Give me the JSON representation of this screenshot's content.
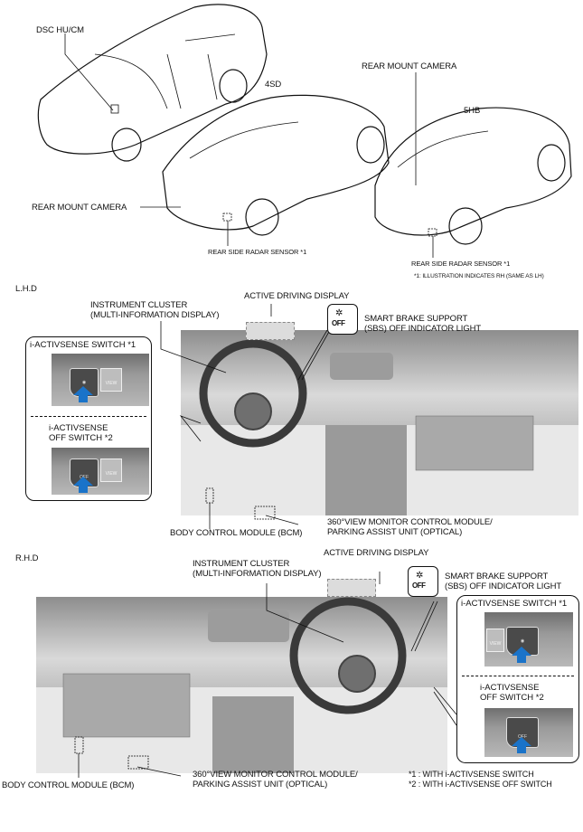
{
  "vehicle_section": {
    "dsc_label": "DSC HU/CM",
    "sedan_tag": "4SD",
    "hatch_tag": "5HB",
    "rear_camera_top": "REAR MOUNT CAMERA",
    "rear_camera_left": "REAR MOUNT CAMERA",
    "radar_sedan": "REAR SIDE RADAR SENSOR *1",
    "radar_hatch": "REAR SIDE RADAR SENSOR *1",
    "footnote": "*1: ILLUSTRATION INDICATES RH (SAME AS LH)"
  },
  "lhd": {
    "section_title": "L.H.D",
    "instrument_cluster": [
      "INSTRUMENT CLUSTER",
      "(MULTI-INFORMATION DISPLAY)"
    ],
    "active_driving_display": "ACTIVE DRIVING DISPLAY",
    "sbs_light": [
      "SMART BRAKE SUPPORT",
      "(SBS) OFF INDICATOR LIGHT"
    ],
    "sbs_icon_text": "OFF",
    "switch1": "i-ACTIVSENSE SWITCH *1",
    "switch2": [
      "i-ACTIVSENSE",
      "OFF SWITCH *2"
    ],
    "view_btn": "VIEW",
    "off_btn": "OFF",
    "bcm": "BODY CONTROL MODULE (BCM)",
    "monitor": [
      "360°VIEW MONITOR CONTROL MODULE/",
      "PARKING ASSIST UNIT (OPTICAL)"
    ]
  },
  "rhd": {
    "section_title": "R.H.D",
    "instrument_cluster": [
      "INSTRUMENT CLUSTER",
      "(MULTI-INFORMATION DISPLAY)"
    ],
    "active_driving_display": "ACTIVE DRIVING DISPLAY",
    "sbs_light": [
      "SMART BRAKE SUPPORT",
      "(SBS) OFF INDICATOR LIGHT"
    ],
    "sbs_icon_text": "OFF",
    "switch1": "i-ACTIVSENSE SWITCH *1",
    "switch2": [
      "i-ACTIVSENSE",
      "OFF SWITCH *2"
    ],
    "view_btn": "VIEW",
    "off_btn": "OFF",
    "bcm": "BODY CONTROL MODULE (BCM)",
    "monitor": [
      "360°VIEW MONITOR CONTROL MODULE/",
      "PARKING ASSIST UNIT (OPTICAL)"
    ],
    "notes": [
      "*1 : WITH i-ACTIVSENSE SWITCH",
      "*2 : WITH i-ACTIVSENSE OFF SWITCH"
    ]
  },
  "colors": {
    "arrow": "#1a73c9",
    "dash_fill": "#dcdcdc"
  }
}
